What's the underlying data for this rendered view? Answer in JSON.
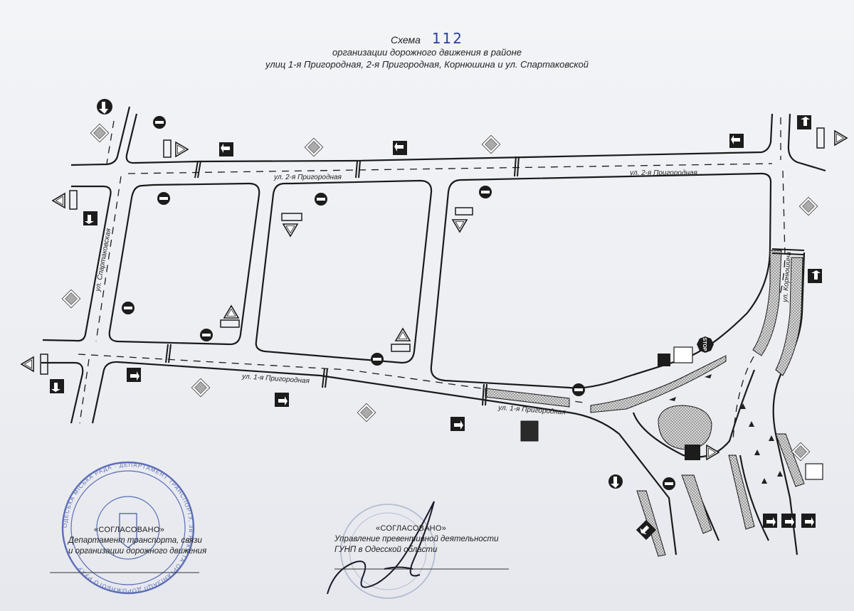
{
  "header": {
    "word": "Схема",
    "number": "112",
    "line2": "организации дорожного движения в районе",
    "line3": "улиц 1-я Пригородная, 2-я Пригородная, Корнюшина и ул. Спартаковской"
  },
  "streets": {
    "pryhorodna2_a": "ул. 2-я Пригородная",
    "pryhorodna2_b": "ул. 2-я Пригородная",
    "pryhorodna1_a": "ул. 1-я Пригородная",
    "pryhorodna1_b": "ул. 1-я Пригородная",
    "spartakovskaya": "ул. Спартаковская",
    "korniushina": "ул. Корнюшина"
  },
  "signs": {
    "stop_text": "STOP"
  },
  "approvals": {
    "left": {
      "header": "«СОГЛАСОВАНО»",
      "line1": "Департамент транспорта, связи",
      "line2": "и организации дорожного движения"
    },
    "right": {
      "header": "«СОГЛАСОВАНО»",
      "line1": "Управление превентивной деятельности",
      "line2": "ГУНП в Одесской области"
    }
  },
  "stamp": {
    "ring_text": "ОДЕСЬКА МІСЬКА РАДА · ДЕПАРТАМЕНТ ТРАНСПОРТУ, ЗВ'ЯЗКУ ТА ОРГАНІЗАЦІЇ ДОРОЖНЬОГО РУХУ"
  },
  "colors": {
    "road_line": "#1a1a1a",
    "sign_black": "#1c1c1c",
    "stamp_blue": "#3a4fa8",
    "scheme_number_blue": "#2b3f9c"
  }
}
